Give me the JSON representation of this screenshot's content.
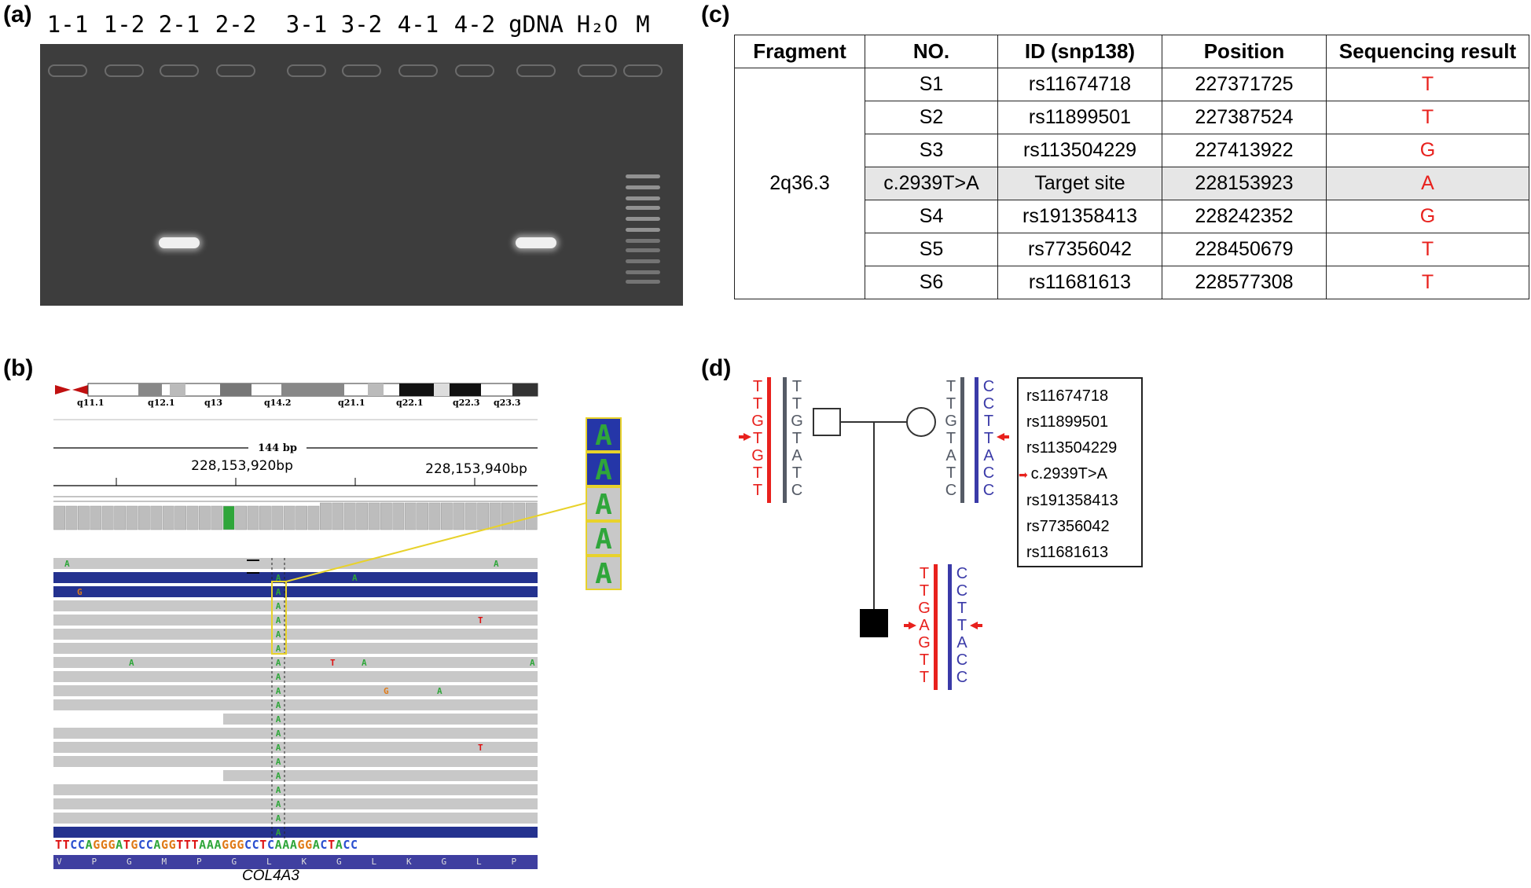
{
  "panels": {
    "a": "(a)",
    "b": "(b)",
    "c": "(c)",
    "d": "(d)"
  },
  "gel": {
    "lanes": [
      "1-1",
      "1-2",
      "2-1",
      "2-2",
      "3-1",
      "3-2",
      "4-1",
      "4-2",
      "gDNA",
      "H₂O",
      "M"
    ],
    "bands_present": [
      "2-1",
      "gDNA"
    ]
  },
  "igv": {
    "ideogram_bands": [
      "q11.1",
      "q12.1",
      "q13",
      "q14.2",
      "q21.1",
      "q22.1",
      "q22.3",
      "q23.3"
    ],
    "span": "144 bp",
    "pos1": "228,153,920bp",
    "pos2": "228,153,940bp",
    "ref_sequence": "TTCCAGGGATGCCAGGTTTAAAGGGCCTCAAAGGACTACC",
    "amino_acids": [
      "V",
      "P",
      "G",
      "M",
      "P",
      "G",
      "L",
      "K",
      "G",
      "L",
      "K",
      "G",
      "L",
      "P"
    ],
    "variant_base": "A",
    "gene": "COL4A3"
  },
  "table": {
    "headers": [
      "Fragment",
      "NO.",
      "ID (snp138)",
      "Position",
      "Sequencing result"
    ],
    "fragment": "2q36.3",
    "rows": [
      [
        "S1",
        "rs11674718",
        "227371725",
        "T"
      ],
      [
        "S2",
        "rs11899501",
        "227387524",
        "T"
      ],
      [
        "S3",
        "rs113504229",
        "227413922",
        "G"
      ],
      [
        "c.2939T>A",
        "Target site",
        "228153923",
        "A"
      ],
      [
        "S4",
        "rs191358413",
        "228242352",
        "G"
      ],
      [
        "S5",
        "rs77356042",
        "228450679",
        "T"
      ],
      [
        "S6",
        "rs11681613",
        "228577308",
        "T"
      ]
    ]
  },
  "pedigree": {
    "father_red": [
      "T",
      "T",
      "G",
      "T",
      "G",
      "T",
      "T"
    ],
    "father_gray": [
      "T",
      "T",
      "G",
      "T",
      "A",
      "T",
      "C"
    ],
    "mother_gray": [
      "T",
      "T",
      "G",
      "T",
      "A",
      "T",
      "C"
    ],
    "mother_blue": [
      "C",
      "C",
      "T",
      "T",
      "A",
      "C",
      "C"
    ],
    "son_red": [
      "T",
      "T",
      "G",
      "A",
      "G",
      "T",
      "T"
    ],
    "son_blue": [
      "C",
      "C",
      "T",
      "T",
      "A",
      "C",
      "C"
    ],
    "snp_list": [
      "rs11674718",
      "rs11899501",
      "rs113504229",
      "c.2939T>A",
      "rs191358413",
      "rs77356042",
      "rs11681613"
    ]
  },
  "colors": {
    "red": "#e8211d",
    "blue": "#3a3aa8",
    "gray": "#555b66",
    "gel": "#3d3d3d"
  }
}
